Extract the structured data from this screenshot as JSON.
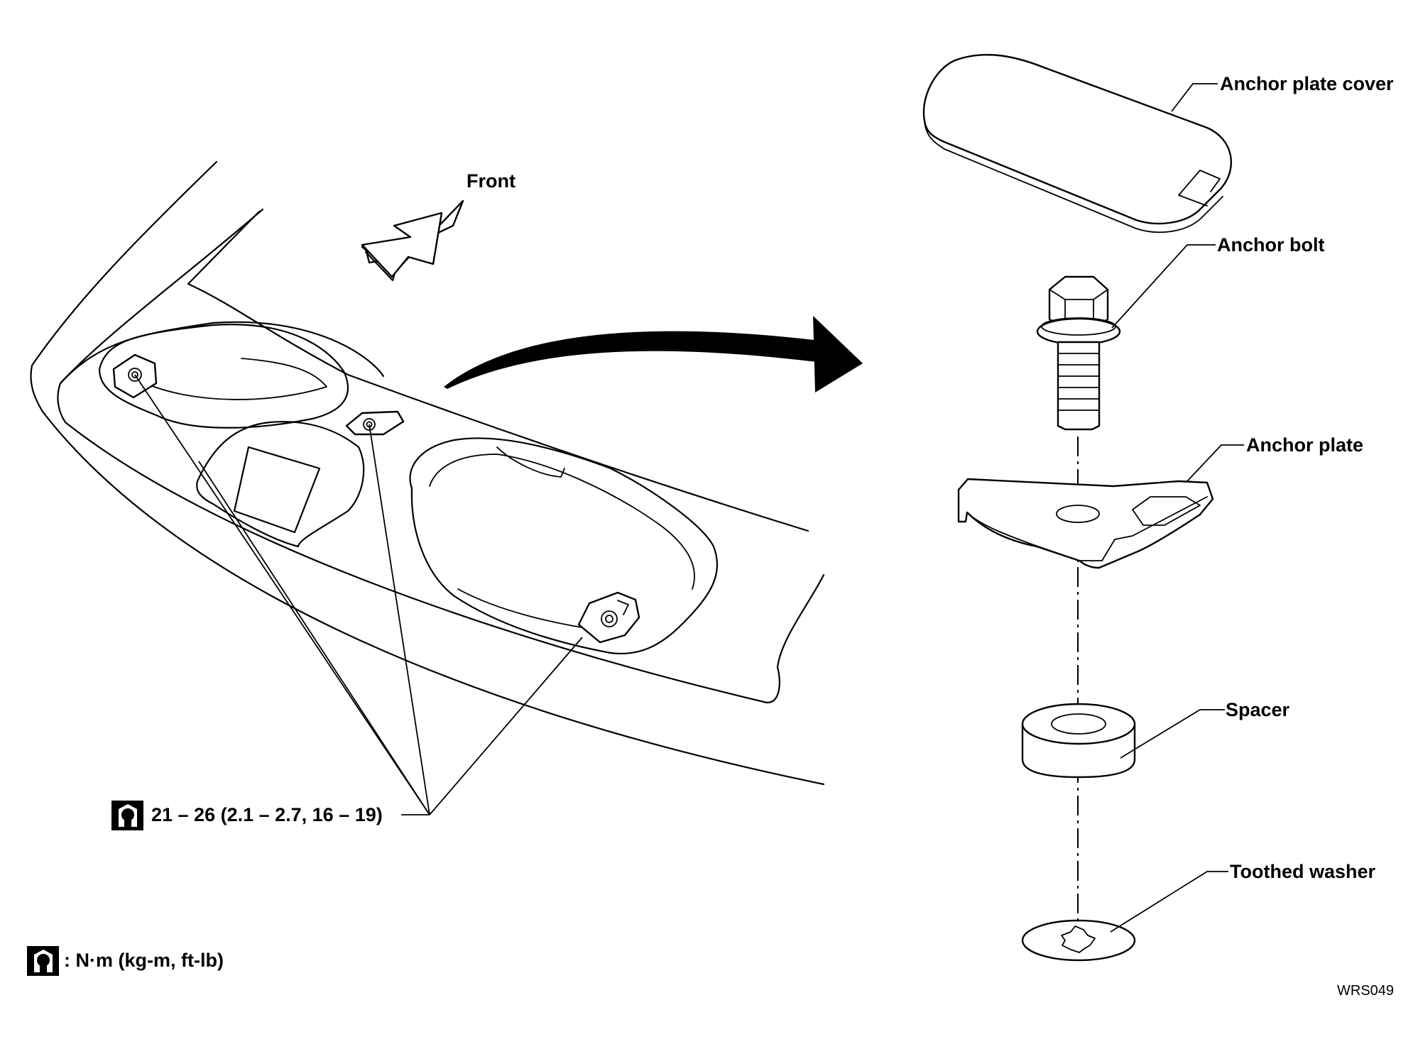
{
  "labels": {
    "front": "Front",
    "anchor_plate_cover": "Anchor plate cover",
    "anchor_bolt": "Anchor bolt",
    "anchor_plate": "Anchor plate",
    "spacer": "Spacer",
    "toothed_washer": "Toothed washer",
    "torque_spec": "21 – 26 (2.1 – 2.7, 16 – 19)",
    "torque_units": ": N·m (kg-m, ft-lb)",
    "figure_code": "WRS049"
  },
  "icons": {
    "torque_wrench": "torque-wrench-icon",
    "front_arrow": "front-arrow-icon",
    "transition_arrow": "curved-arrow-icon"
  },
  "colors": {
    "ink": "#000000",
    "paper": "#ffffff"
  }
}
